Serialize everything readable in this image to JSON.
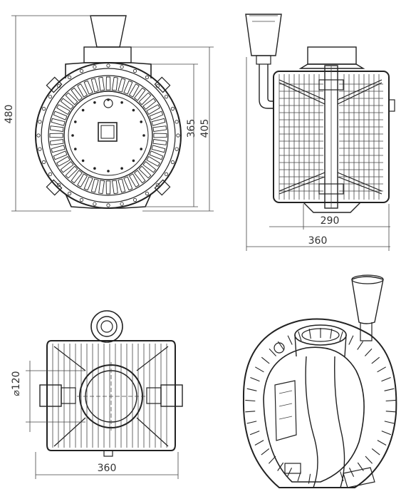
{
  "dimensions": {
    "front_height_total": "480",
    "front_height_inner": "365",
    "front_height_outer": "405",
    "side_width_inner": "290",
    "side_width_outer": "360",
    "bottom_width": "360",
    "bottom_pipe_diameter": "⌀120"
  },
  "colors": {
    "line": "#222222",
    "fill": "#ffffff",
    "dim_text": "#333333"
  }
}
